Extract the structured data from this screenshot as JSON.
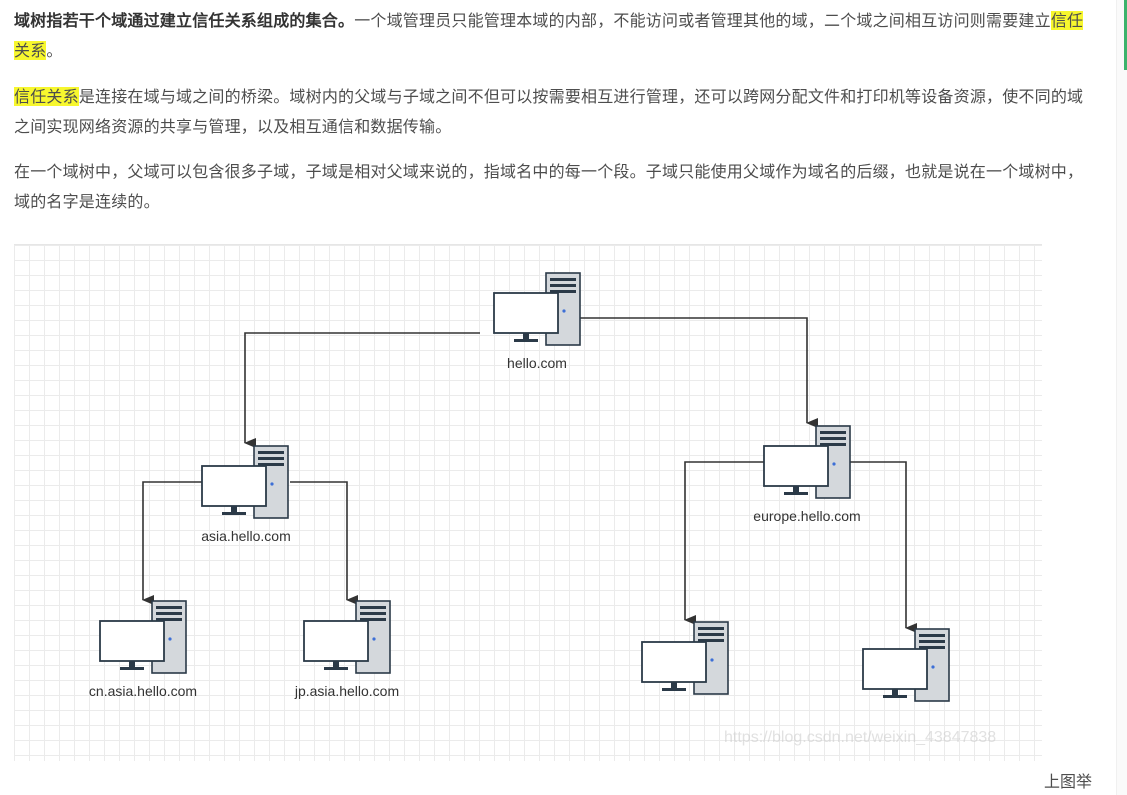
{
  "paragraphs": {
    "p1": {
      "bold_lead": "域树指若干个域通过建立信任关系组成的集合。",
      "text": "一个域管理员只能管理本域的内部，不能访问或者管理其他的域，二个域之间相互访问则需要建立",
      "highlight": "信任关系",
      "tail": "。"
    },
    "p2": {
      "highlight": "信任关系",
      "text": "是连接在域与域之间的桥梁。域树内的父域与子域之间不但可以按需要相互进行管理，还可以跨网分配文件和打印机等设备资源，使不同的域之间实现网络资源的共享与管理，以及相互通信和数据传输。"
    },
    "p3": {
      "text": "在一个域树中，父域可以包含很多子域，子域是相对父域来说的，指域名中的每一个段。子域只能使用父域作为域名的后缀，也就是说在一个域树中，域的名字是连续的。"
    }
  },
  "diagram": {
    "nodes": {
      "root": "hello.com",
      "asia": "asia.hello.com",
      "europe": "europe.hello.com",
      "cn": "cn.asia.hello.com",
      "jp": "jp.asia.hello.com",
      "europe_child_1": "",
      "europe_child_2": ""
    },
    "computer_icon": "desktop-computer-icon",
    "colors": {
      "line": "#333333",
      "grid": "#ebebeb",
      "screen_border": "#2b3a48",
      "tower": "#d4d8dc"
    }
  },
  "watermark": "https://blog.csdn.net/weixin_43847838",
  "caption": "上图举"
}
